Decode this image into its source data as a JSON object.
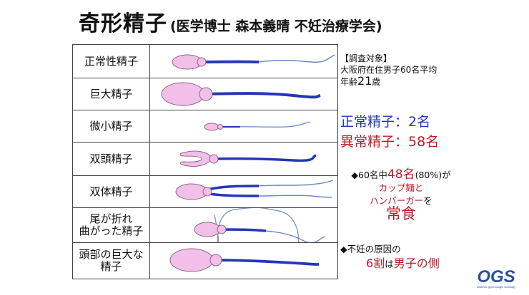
{
  "title": {
    "main": "奇形精子",
    "sub": "(医学博士 森本義晴 不妊治療学会)"
  },
  "rows": [
    {
      "label_lines": [
        "正常性精子"
      ],
      "type": "normal-sperm"
    },
    {
      "label_lines": [
        "巨大精子"
      ],
      "type": "giant-sperm"
    },
    {
      "label_lines": [
        "微小精子"
      ],
      "type": "micro-sperm"
    },
    {
      "label_lines": [
        "双頭精子"
      ],
      "type": "double-head-sperm"
    },
    {
      "label_lines": [
        "双体精子"
      ],
      "type": "double-body-sperm"
    },
    {
      "label_lines": [
        "尾が折れ",
        "曲がった精子"
      ],
      "type": "bent-tail-sperm"
    },
    {
      "label_lines": [
        "頭部の巨大な",
        "精子"
      ],
      "type": "large-head-sperm"
    }
  ],
  "survey": {
    "heading": "【調査対象】",
    "line": "大阪府在住男子60名平均",
    "age_prefix": "年齢",
    "age_value": "21",
    "age_suffix": "歳"
  },
  "stats": {
    "normal_label": "正常精子：",
    "normal_value": "2名",
    "abnormal_label": "異常精子：",
    "abnormal_value": "58名"
  },
  "cause1": {
    "prefix": "◆60名中",
    "count": "48名",
    "percent": "(80%)が",
    "food": "カップ麺と",
    "food2": "ハンバーガー",
    "particle": "を",
    "habit": "常食"
  },
  "cause2": {
    "prefix": "◆不妊の原因の",
    "ratio": "6割",
    "mid": "は",
    "side": "男子の側"
  },
  "logo": {
    "text": "OGS",
    "sub": "obstetric gynecologic sonology"
  },
  "colors": {
    "head": "#f2bfe9",
    "head_stroke": "#8a6a88",
    "tail": "#2436b8",
    "tail_thin": "#6f86c6",
    "blue": "#2436b8",
    "red": "#c01a2a"
  }
}
